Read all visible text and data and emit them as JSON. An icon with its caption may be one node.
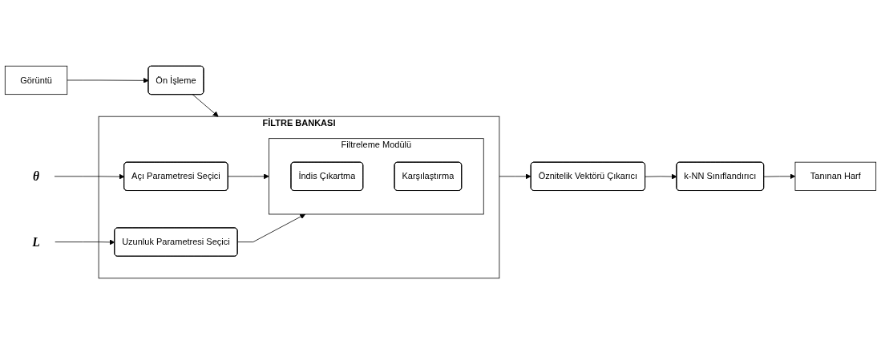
{
  "diagram": {
    "nodes": [
      {
        "text": [
          "Görüntü"
        ]
      },
      {
        "text": [
          "Ön İşleme"
        ]
      },
      {
        "text": [
          "FİLTRE BANKASI"
        ]
      },
      {
        "text": [
          "Filtreleme Modülü"
        ],
        "in": 2
      },
      {
        "text": [
          "İndis Çıkartma"
        ],
        "in": 3
      },
      {
        "text": [
          "Karşılaştırma"
        ],
        "in": 3
      },
      {
        "text": [
          "Açı Parametresi Seçici"
        ],
        "in": 2
      },
      {
        "text": [
          "Uzunluk Parametresi Seçici"
        ],
        "in": 2
      },
      {
        "text": [
          "Öznitelik Vektörü Çıkarıcı"
        ]
      },
      {
        "text": [
          "k-NN Sınıflandırıcı"
        ]
      },
      {
        "text": [
          "Tanınan Harf"
        ]
      },
      {
        "text": [
          "θ"
        ]
      },
      {
        "text": [
          "L"
        ]
      }
    ],
    "edges": [
      {
        "from": 0,
        "to": 1,
        "arrow": "to"
      },
      {
        "from": 1,
        "to": 2,
        "arrow": "to"
      },
      {
        "from": 6,
        "to": 3,
        "arrow": "to"
      },
      {
        "from": 7,
        "to": 3,
        "arrow": "to"
      },
      {
        "from": 11,
        "to": 6,
        "arrow": "to"
      },
      {
        "from": 12,
        "to": 7,
        "arrow": "to"
      },
      {
        "from": 2,
        "to": 8,
        "arrow": "to"
      },
      {
        "from": 8,
        "to": 9,
        "arrow": "to"
      },
      {
        "from": 9,
        "to": 10,
        "arrow": "to"
      }
    ]
  }
}
